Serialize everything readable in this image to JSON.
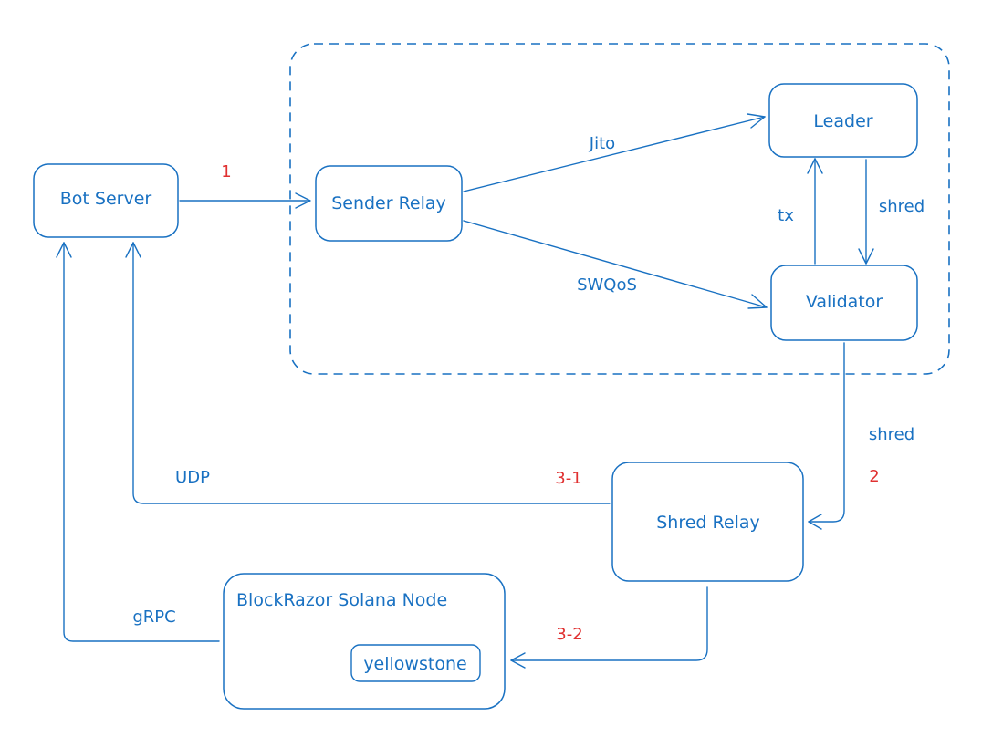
{
  "colors": {
    "stroke": "#1971c2",
    "step": "#e03131",
    "background": "#ffffff"
  },
  "nodes": {
    "bot_server": "Bot Server",
    "sender_relay": "Sender Relay",
    "leader": "Leader",
    "validator": "Validator",
    "shred_relay": "Shred Relay",
    "blockrazor_node": "BlockRazor Solana Node",
    "yellowstone": "yellowstone"
  },
  "edges": {
    "jito": "Jito",
    "swqos": "SWQoS",
    "tx": "tx",
    "shred_leader_validator": "shred",
    "shred_validator_relay": "shred",
    "udp": "UDP",
    "grpc": "gRPC"
  },
  "steps": {
    "step_1": "1",
    "step_2": "2",
    "step_3_1": "3-1",
    "step_3_2": "3-2"
  }
}
